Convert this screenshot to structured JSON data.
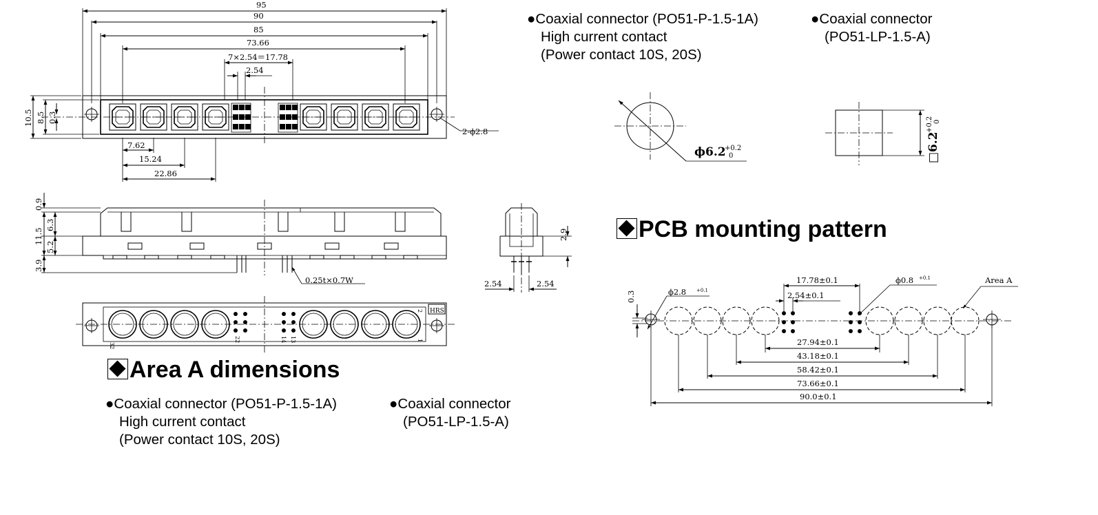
{
  "top_view": {
    "dims": {
      "d95": "95",
      "d90": "90",
      "d85": "85",
      "d7366": "73.66",
      "d1778": "7×2.54＝17.78",
      "d254": "2.54",
      "d105": "10.5",
      "d85v": "8.5",
      "d03": "0.3",
      "d762": "7.62",
      "d1524": "15.24",
      "d2286": "22.86",
      "holes": "2-ϕ2.8"
    }
  },
  "side_view": {
    "dims": {
      "d09": "0.9",
      "d115": "11.5",
      "d63": "6.3",
      "d52": "5.2",
      "d39": "3.9",
      "pin": "0.25t×0.7W"
    }
  },
  "end_view": {
    "dims": {
      "d29": "2.9",
      "d254a": "2.54",
      "d254b": "2.54"
    }
  },
  "bottom_view": {
    "labels": {
      "l32": "32",
      "l22": "22",
      "l14": "14",
      "l13": "13",
      "l2": "2",
      "l1": "1",
      "logo": "HRS"
    }
  },
  "area_a": {
    "heading": "Area A dimensions",
    "items": [
      {
        "bullet": "●",
        "lines": [
          "Coaxial connector (PO51-P-1.5-1A)",
          "High current contact",
          "(Power contact 10S, 20S)"
        ]
      },
      {
        "bullet": "●",
        "lines": [
          "Coaxial connector",
          "(PO51-LP-1.5-A)"
        ]
      }
    ]
  },
  "right_top": {
    "items": [
      {
        "bullet": "●",
        "lines": [
          "Coaxial connector (PO51-P-1.5-1A)",
          "High current contact",
          "(Power contact 10S, 20S)"
        ]
      },
      {
        "bullet": "●",
        "lines": [
          "Coaxial connector",
          "(PO51-LP-1.5-A)"
        ]
      }
    ],
    "round_dim": {
      "main": "ϕ6.2",
      "sup": "+0.2",
      "sub": "0"
    },
    "square_dim": {
      "main": "□6.2",
      "sup": "+0.2",
      "sub": "0"
    }
  },
  "pcb": {
    "heading": "PCB mounting pattern",
    "dims": {
      "d03": "0.3",
      "hole": "ϕ2.8",
      "hole_tol": "+0.1",
      "pin": "ϕ0.8",
      "pin_tol": "+0.1",
      "d1778": "17.78±0.1",
      "d254": "2.54±0.1",
      "d2794": "27.94±0.1",
      "d4318": "43.18±0.1",
      "d5842": "58.42±0.1",
      "d7366": "73.66±0.1",
      "d900": "90.0±0.1",
      "area": "Area A"
    }
  }
}
